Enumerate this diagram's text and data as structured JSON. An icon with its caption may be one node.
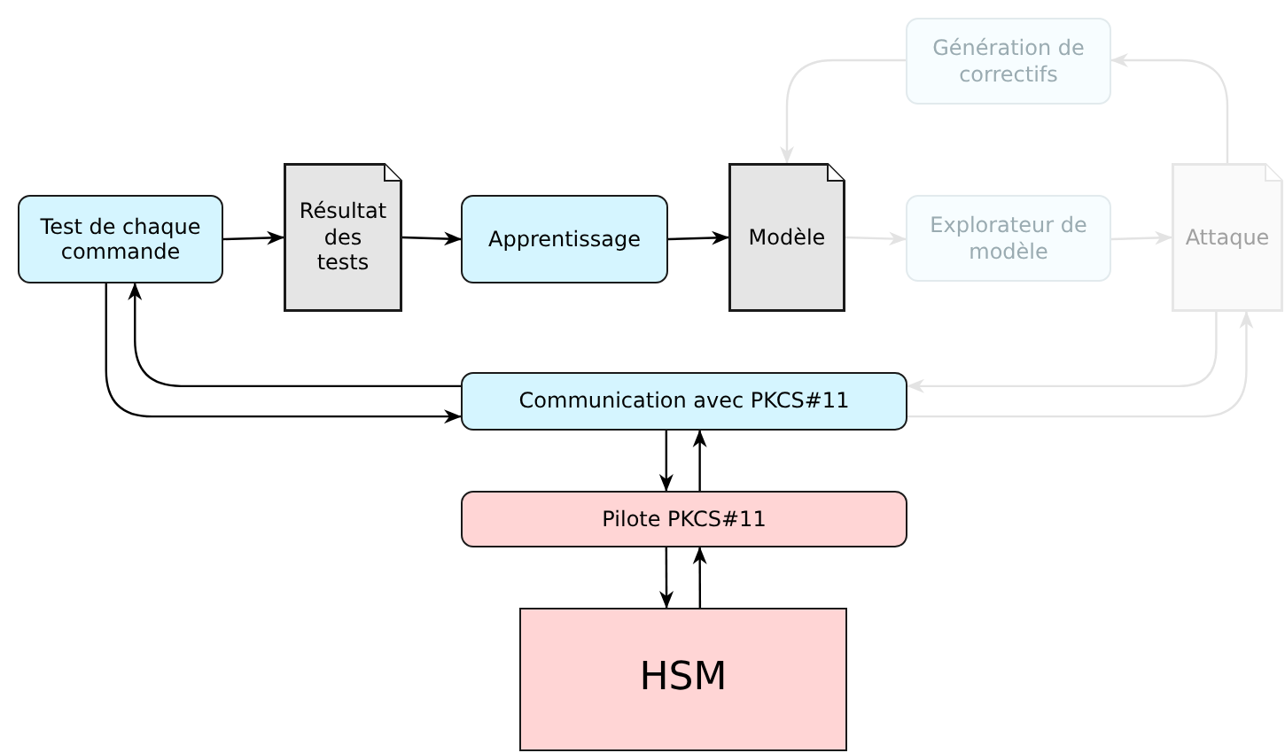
{
  "diagram": {
    "nodes": [
      {
        "text": [
          "Test de chaque commande"
        ]
      },
      {
        "text": [
          "Résultat des tests"
        ]
      },
      {
        "text": [
          "Apprentissage"
        ]
      },
      {
        "text": [
          "Modèle"
        ]
      },
      {
        "text": [
          "Génération de correctifs"
        ]
      },
      {
        "text": [
          "Explorateur de modèle"
        ]
      },
      {
        "text": [
          "Attaque"
        ]
      },
      {
        "text": [
          "Communication avec PKCS#11"
        ]
      },
      {
        "text": [
          "Pilote PKCS#11"
        ]
      },
      {
        "text": [
          "HSM"
        ]
      }
    ],
    "edges": [
      {
        "from": 0,
        "to": 1,
        "arrow": "to"
      },
      {
        "from": 1,
        "to": 2,
        "arrow": "to"
      },
      {
        "from": 2,
        "to": 3,
        "arrow": "to"
      },
      {
        "from": 3,
        "to": 5,
        "arrow": "to",
        "color": "#e3e3e3"
      },
      {
        "from": 5,
        "to": 6,
        "arrow": "to",
        "color": "#e3e3e3"
      },
      {
        "from": 6,
        "to": 4,
        "arrow": "to",
        "color": "#e3e3e3"
      },
      {
        "from": 4,
        "to": 3,
        "arrow": "to",
        "color": "#e3e3e3"
      },
      {
        "from": 7,
        "to": 0,
        "arrow": "to"
      },
      {
        "from": 0,
        "to": 7,
        "arrow": "to"
      },
      {
        "from": 6,
        "to": 7,
        "arrow": "to",
        "color": "#e3e3e3"
      },
      {
        "from": 7,
        "to": 6,
        "arrow": "to",
        "color": "#e3e3e3"
      },
      {
        "from": 7,
        "to": 8,
        "arrow": "to"
      },
      {
        "from": 8,
        "to": 7,
        "arrow": "to"
      },
      {
        "from": 8,
        "to": 9,
        "arrow": "to"
      },
      {
        "from": 9,
        "to": 8,
        "arrow": "to"
      }
    ]
  }
}
